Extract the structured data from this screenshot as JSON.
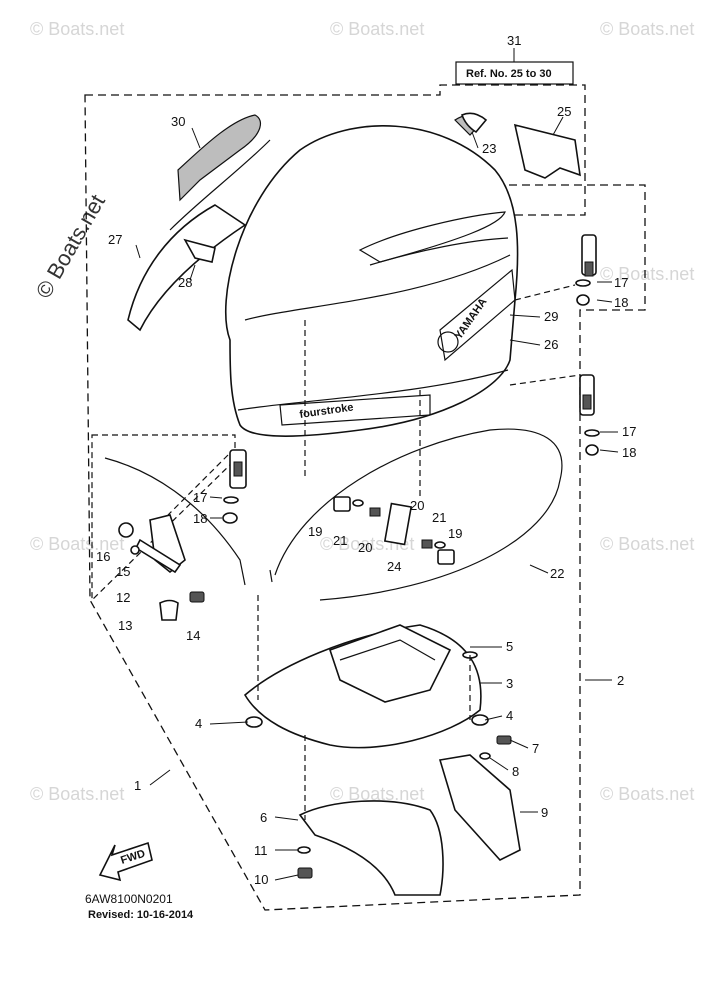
{
  "diagram": {
    "reference_box": "Ref. No. 25 to 30",
    "catalog_code": "6AW8100N0201",
    "revised": "Revised: 10-16-2014",
    "fwd_label": "FWD",
    "brand_text": "YAMAHA",
    "cowling_script": "fourstroke",
    "copyright_watermark": "© Boats.net",
    "watermark_small": "© Boats.net",
    "callouts": {
      "c1": "1",
      "c2": "2",
      "c3": "3",
      "c4a": "4",
      "c4b": "4",
      "c5": "5",
      "c6": "6",
      "c7": "7",
      "c8": "8",
      "c9": "9",
      "c10": "10",
      "c11": "11",
      "c12": "12",
      "c13": "13",
      "c14": "14",
      "c15": "15",
      "c16": "16",
      "c17a": "17",
      "c17b": "17",
      "c17c": "17",
      "c18a": "18",
      "c18b": "18",
      "c18c": "18",
      "c19a": "19",
      "c19b": "19",
      "c20a": "20",
      "c20b": "20",
      "c21a": "21",
      "c21b": "21",
      "c22": "22",
      "c23": "23",
      "c24": "24",
      "c25": "25",
      "c26": "26",
      "c27": "27",
      "c28": "28",
      "c29": "29",
      "c30": "30",
      "c31": "31"
    }
  }
}
